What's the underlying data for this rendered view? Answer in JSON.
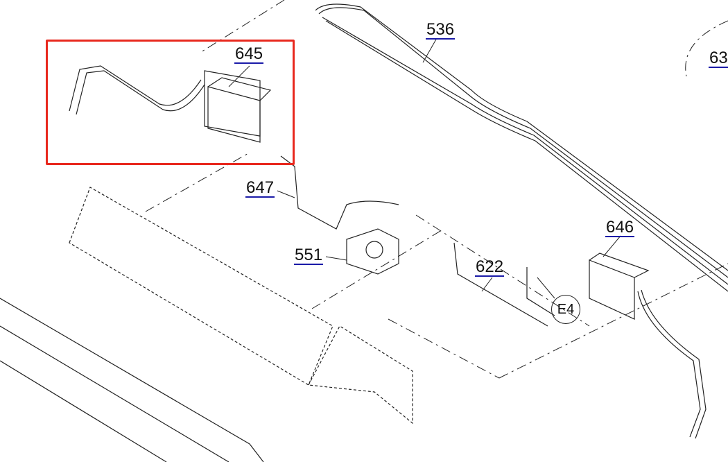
{
  "labels": {
    "p645": "645",
    "p536": "536",
    "p63": "63",
    "p647": "647",
    "p646": "646",
    "p551": "551",
    "p622": "622",
    "e4": "E4"
  },
  "highlight_color": "#e8281e",
  "link_color": "#1a1aa8"
}
